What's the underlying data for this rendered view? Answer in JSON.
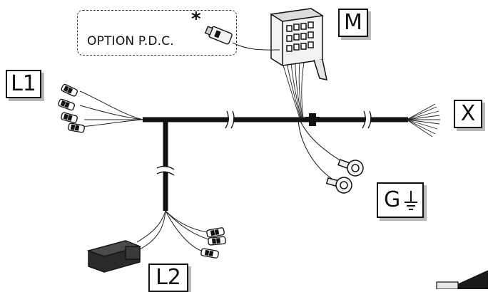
{
  "labels": {
    "m": "M",
    "l1": "L1",
    "x": "X",
    "g": "G",
    "l2": "L2"
  },
  "option": {
    "text": "OPTION P.D.C.",
    "asterisk": "*"
  },
  "icons": {
    "ground": "ground-symbol-icon"
  }
}
